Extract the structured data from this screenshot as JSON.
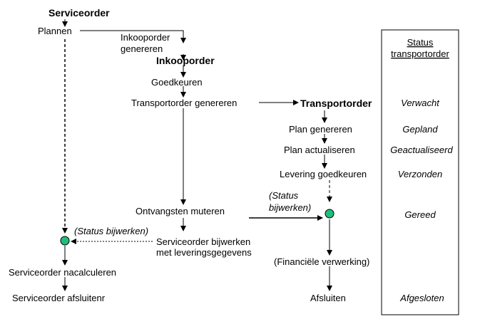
{
  "nodes": {
    "serviceorder": "Serviceorder",
    "plannen": "Plannen",
    "inkooporder_genereren_1": "Inkooporder",
    "inkooporder_genereren_2": "genereren",
    "inkooporder": "Inkooporder",
    "goedkeuren": "Goedkeuren",
    "transportorder_genereren": "Transportorder genereren",
    "transportorder": "Transportorder",
    "plan_genereren": "Plan genereren",
    "plan_actualiseren": "Plan actualiseren",
    "levering_goedkeuren": "Levering goedkeuren",
    "status_bijwerken_right_1": "(Status",
    "status_bijwerken_right_2": "bijwerken)",
    "ontvangsten_muteren": "Ontvangsten muteren",
    "status_bijwerken_left": "(Status bijwerken)",
    "serviceorder_bijwerken_1": "Serviceorder bijwerken",
    "serviceorder_bijwerken_2": "met leveringsgegevens",
    "financiele_verwerking": "(Financiële verwerking)",
    "serviceorder_nacalculeren": "Serviceorder nacalculeren",
    "serviceorder_afsluiten": "Serviceorder afsluitenr",
    "afsluiten": "Afsluiten"
  },
  "status_panel": {
    "header_1": "Status",
    "header_2": "transportorder",
    "items": [
      "Verwacht",
      "Gepland",
      "Geactualiseerd",
      "Verzonden",
      "Gereed",
      "Afgesloten"
    ]
  },
  "colors": {
    "line": "#000000",
    "status_dot": "#1fbf7a",
    "background": "#ffffff"
  }
}
